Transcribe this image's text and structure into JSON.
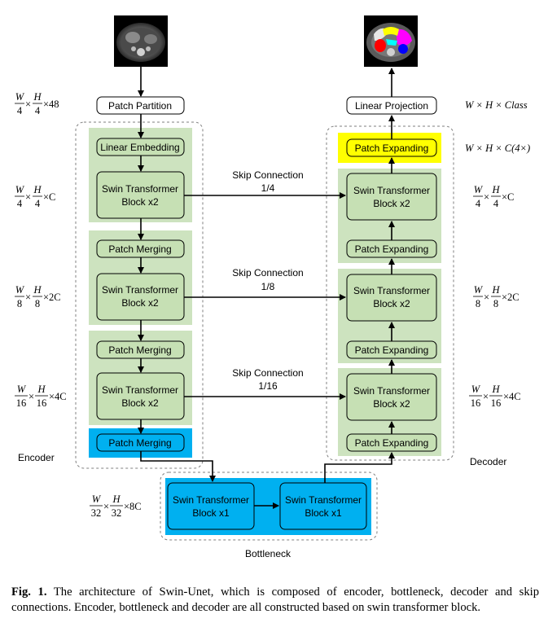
{
  "colors": {
    "stage_green": "#cde3bf",
    "box_green": "#c6e0b4",
    "cyan": "#00b0f0",
    "yellow": "#ffff00",
    "stroke": "#000000",
    "dash": "#7f7f7f"
  },
  "input_image": {
    "description_icon": "ct-scan-image"
  },
  "output_image": {
    "description_icon": "segmentation-mask-image"
  },
  "encoder": {
    "label": "Encoder",
    "patch_partition": "Patch Partition",
    "linear_embedding": "Linear Embedding",
    "swin_block_1": [
      "Swin Transformer",
      "Block x2"
    ],
    "patch_merging_1": "Patch Merging",
    "swin_block_2": [
      "Swin Transformer",
      "Block x2"
    ],
    "patch_merging_2": "Patch Merging",
    "swin_block_3": [
      "Swin Transformer",
      "Block x2"
    ],
    "patch_merging_3": "Patch Merging"
  },
  "bottleneck": {
    "label": "Bottleneck",
    "block_1": [
      "Swin Transformer",
      "Block x1"
    ],
    "block_2": [
      "Swin Transformer",
      "Block x1"
    ]
  },
  "decoder": {
    "label": "Decoder",
    "linear_projection": "Linear Projection",
    "patch_expanding_top": "Patch Expanding",
    "swin_block_1": [
      "Swin Transformer",
      "Block x2"
    ],
    "patch_expanding_1": "Patch Expanding",
    "swin_block_2": [
      "Swin Transformer",
      "Block x2"
    ],
    "patch_expanding_2": "Patch Expanding",
    "swin_block_3": [
      "Swin Transformer",
      "Block x2"
    ],
    "patch_expanding_3": "Patch Expanding"
  },
  "skip_connections": [
    {
      "title": "Skip Connection",
      "scale": "1/4"
    },
    {
      "title": "Skip Connection",
      "scale": "1/8"
    },
    {
      "title": "Skip Connection",
      "scale": "1/16"
    }
  ],
  "dimensions": {
    "left": [
      {
        "w": "W",
        "wd": "4",
        "h": "H",
        "hd": "4",
        "tail": "×48"
      },
      {
        "w": "W",
        "wd": "4",
        "h": "H",
        "hd": "4",
        "tail": "×C"
      },
      {
        "w": "W",
        "wd": "8",
        "h": "H",
        "hd": "8",
        "tail": "×2C"
      },
      {
        "w": "W",
        "wd": "16",
        "h": "H",
        "hd": "16",
        "tail": "×4C"
      },
      {
        "w": "W",
        "wd": "32",
        "h": "H",
        "hd": "32",
        "tail": "×8C"
      }
    ],
    "right_top": [
      "W × H × Class",
      "W × H × C(4×)"
    ],
    "right": [
      {
        "w": "W",
        "wd": "4",
        "h": "H",
        "hd": "4",
        "tail": "×C"
      },
      {
        "w": "W",
        "wd": "8",
        "h": "H",
        "hd": "8",
        "tail": "×2C"
      },
      {
        "w": "W",
        "wd": "16",
        "h": "H",
        "hd": "16",
        "tail": "×4C"
      }
    ]
  },
  "caption": {
    "label": "Fig. 1.",
    "text": " The architecture of Swin-Unet, which is composed of encoder, bottleneck, decoder and skip connections. Encoder, bottleneck and decoder are all constructed based on swin transformer block."
  }
}
